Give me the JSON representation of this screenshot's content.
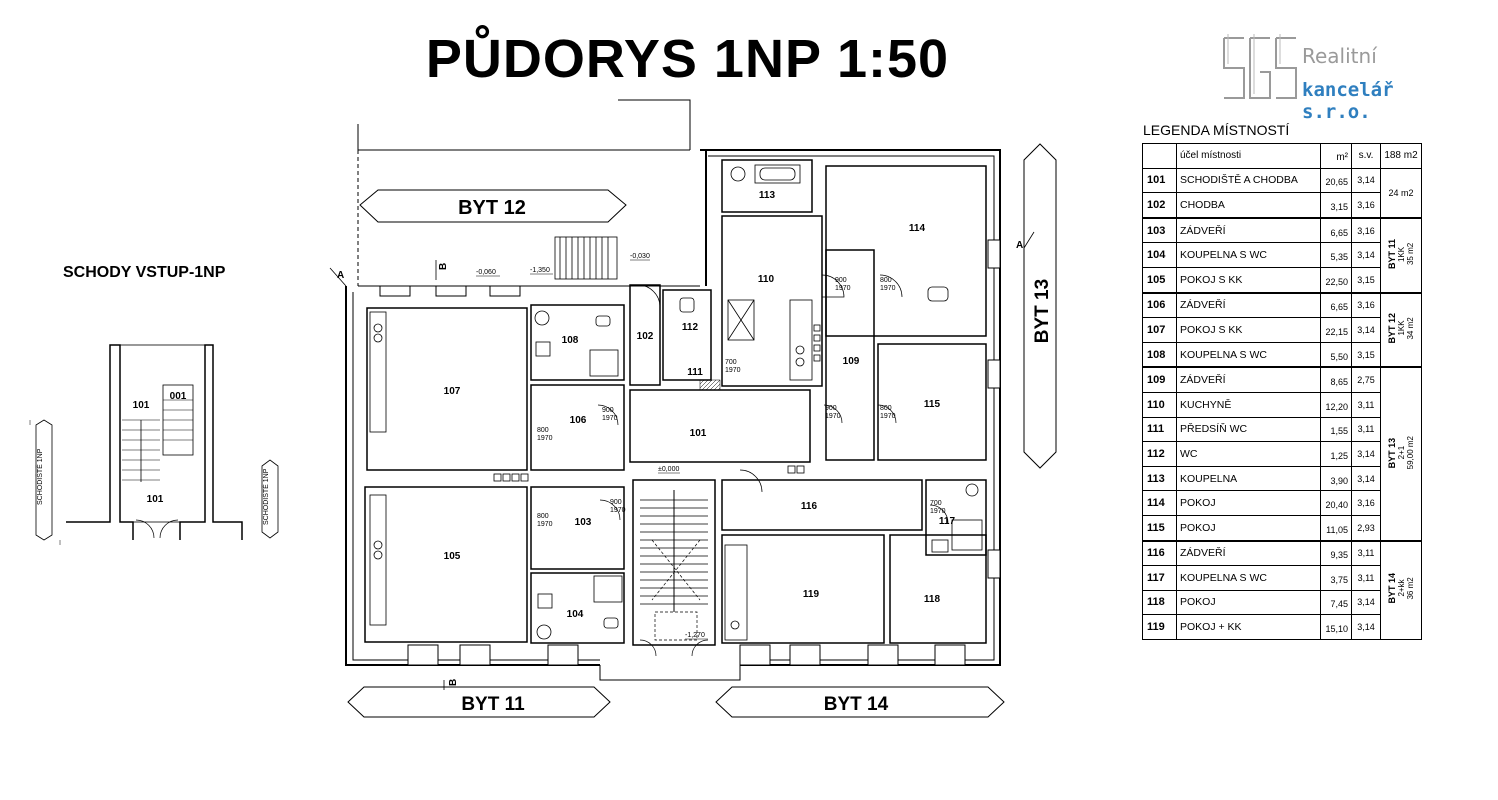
{
  "title": "PŮDORYS 1NP 1:50",
  "logo": {
    "line1": "Realitní",
    "line2": "kancelář s.r.o.",
    "mark": "SGS"
  },
  "labels": {
    "byt12": "BYT 12",
    "byt11": "BYT 11",
    "byt14": "BYT 14",
    "byt13": "BYT 13",
    "schody": "SCHODY VSTUP-1NP",
    "section_a": "A",
    "section_b": "B",
    "schodiste_side": "SCHODIŠTĚ 1NP"
  },
  "plan_rooms": [
    {
      "id": "107",
      "label": "107"
    },
    {
      "id": "108",
      "label": "108"
    },
    {
      "id": "106",
      "label": "106"
    },
    {
      "id": "102",
      "label": "102"
    },
    {
      "id": "112",
      "label": "112"
    },
    {
      "id": "111",
      "label": "111"
    },
    {
      "id": "113",
      "label": "113"
    },
    {
      "id": "110",
      "label": "110"
    },
    {
      "id": "114",
      "label": "114"
    },
    {
      "id": "109",
      "label": "109"
    },
    {
      "id": "115",
      "label": "115"
    },
    {
      "id": "101",
      "label": "101"
    },
    {
      "id": "105",
      "label": "105"
    },
    {
      "id": "103",
      "label": "103"
    },
    {
      "id": "104",
      "label": "104"
    },
    {
      "id": "116",
      "label": "116"
    },
    {
      "id": "117",
      "label": "117"
    },
    {
      "id": "119",
      "label": "119"
    },
    {
      "id": "118",
      "label": "118"
    },
    {
      "id": "101s",
      "label": "101"
    },
    {
      "id": "001",
      "label": "001"
    }
  ],
  "levels": {
    "l1": "-0,060",
    "l2": "-1,350",
    "l3": "-0,030",
    "l4": "±0,000",
    "l5": "-1,270"
  },
  "legend": {
    "title": "LEGENDA MÍSTNOSTÍ",
    "headers": {
      "purpose": "účel místnosti",
      "area": "m²",
      "sv": "s.v.",
      "total": "188 m2"
    },
    "rows": [
      {
        "no": "101",
        "name": "SCHODIŠTĚ  A CHODBA",
        "area": "20,65",
        "sv": "3,14"
      },
      {
        "no": "102",
        "name": "CHODBA",
        "area": "3,15",
        "sv": "3,16"
      },
      {
        "no": "103",
        "name": "ZÁDVEŘÍ",
        "area": "6,65",
        "sv": "3,16"
      },
      {
        "no": "104",
        "name": "KOUPELNA S WC",
        "area": "5,35",
        "sv": "3,14"
      },
      {
        "no": "105",
        "name": "POKOJ S KK",
        "area": "22,50",
        "sv": "3,15"
      },
      {
        "no": "106",
        "name": "ZÁDVEŘÍ",
        "area": "6,65",
        "sv": "3,16"
      },
      {
        "no": "107",
        "name": "POKOJ S KK",
        "area": "22,15",
        "sv": "3,14"
      },
      {
        "no": "108",
        "name": "KOUPELNA S WC",
        "area": "5,50",
        "sv": "3,15"
      },
      {
        "no": "109",
        "name": "ZÁDVEŘÍ",
        "area": "8,65",
        "sv": "2,75"
      },
      {
        "no": "110",
        "name": "KUCHYNĚ",
        "area": "12,20",
        "sv": "3,11"
      },
      {
        "no": "111",
        "name": "PŘEDSÍŇ WC",
        "area": "1,55",
        "sv": "3,11"
      },
      {
        "no": "112",
        "name": "WC",
        "area": "1,25",
        "sv": "3,14"
      },
      {
        "no": "113",
        "name": "KOUPELNA",
        "area": "3,90",
        "sv": "3,14"
      },
      {
        "no": "114",
        "name": "POKOJ",
        "area": "20,40",
        "sv": "3,16"
      },
      {
        "no": "115",
        "name": "POKOJ",
        "area": "11,05",
        "sv": "2,93"
      },
      {
        "no": "116",
        "name": "ZÁDVEŘÍ",
        "area": "9,35",
        "sv": "3,11"
      },
      {
        "no": "117",
        "name": "KOUPELNA S WC",
        "area": "3,75",
        "sv": "3,11"
      },
      {
        "no": "118",
        "name": "POKOJ",
        "area": "7,45",
        "sv": "3,14"
      },
      {
        "no": "119",
        "name": "POKOJ + KK",
        "area": "15,10",
        "sv": "3,14"
      }
    ],
    "groups": {
      "common": {
        "area": "24 m2"
      },
      "byt11": {
        "name": "BYT 11",
        "type": "1KK",
        "area": "35 m2"
      },
      "byt12": {
        "name": "BYT 12",
        "type": "1KK",
        "area": "34 m2"
      },
      "byt13": {
        "name": "BYT 13",
        "type": "2+1",
        "area": "59,00 m2"
      },
      "byt14": {
        "name": "BYT 14",
        "type": "2+kk",
        "area": "36 m2"
      }
    }
  },
  "doors": {
    "d1": "900",
    "d2": "1970",
    "d3": "800",
    "d4": "700"
  }
}
